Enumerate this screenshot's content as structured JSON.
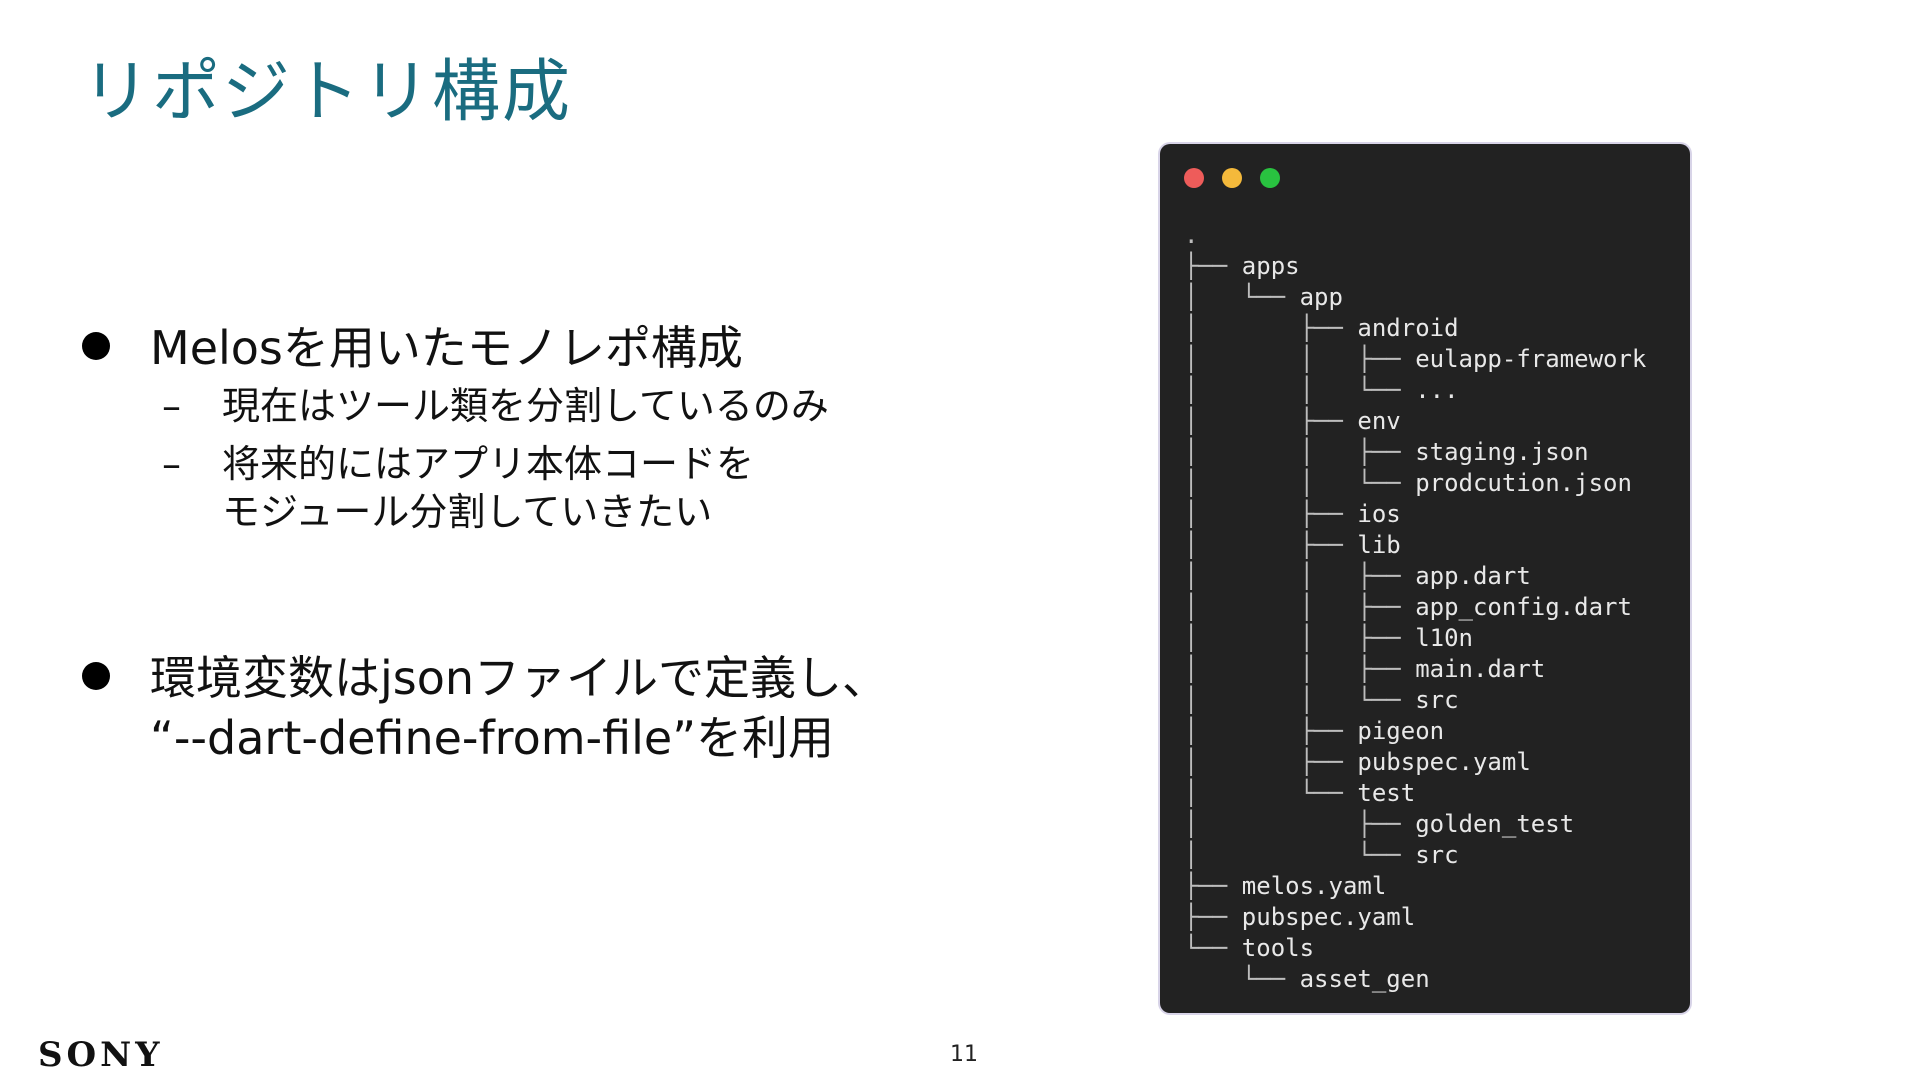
{
  "slide": {
    "title": "リポジトリ構成",
    "page_number": "11",
    "logo": "SONY"
  },
  "bullets": [
    {
      "lines": [
        "Melosを用いたモノレポ構成"
      ],
      "subs": [
        {
          "dash": "–",
          "lines": [
            "現在はツール類を分割しているのみ"
          ]
        },
        {
          "dash": "–",
          "lines": [
            "将来的にはアプリ本体コードを",
            "モジュール分割していきたい"
          ]
        }
      ]
    },
    {
      "lines": [
        "環境変数はjsonファイルで定義し、",
        "“--dart-define-from-file”を利用"
      ]
    }
  ],
  "terminal": {
    "lights": [
      "#ee5c5a",
      "#f4b93b",
      "#29c240"
    ],
    "tree": [
      {
        "guide": ".",
        "name": ""
      },
      {
        "guide": "├── ",
        "name": "apps"
      },
      {
        "guide": "│   └── ",
        "name": "app"
      },
      {
        "guide": "│       ├── ",
        "name": "android"
      },
      {
        "guide": "│       │   ├── ",
        "name": "eulapp-framework"
      },
      {
        "guide": "│       │   └── ",
        "name": "..."
      },
      {
        "guide": "│       ├── ",
        "name": "env"
      },
      {
        "guide": "│       │   ├── ",
        "name": "staging.json"
      },
      {
        "guide": "│       │   └── ",
        "name": "prodcution.json"
      },
      {
        "guide": "│       ├── ",
        "name": "ios"
      },
      {
        "guide": "│       ├── ",
        "name": "lib"
      },
      {
        "guide": "│       │   ├── ",
        "name": "app.dart"
      },
      {
        "guide": "│       │   ├── ",
        "name": "app_config.dart"
      },
      {
        "guide": "│       │   ├── ",
        "name": "l10n"
      },
      {
        "guide": "│       │   ├── ",
        "name": "main.dart"
      },
      {
        "guide": "│       │   └── ",
        "name": "src"
      },
      {
        "guide": "│       ├── ",
        "name": "pigeon"
      },
      {
        "guide": "│       ├── ",
        "name": "pubspec.yaml"
      },
      {
        "guide": "│       └── ",
        "name": "test"
      },
      {
        "guide": "│           ├── ",
        "name": "golden_test"
      },
      {
        "guide": "│           └── ",
        "name": "src"
      },
      {
        "guide": "├── ",
        "name": "melos.yaml"
      },
      {
        "guide": "├── ",
        "name": "pubspec.yaml"
      },
      {
        "guide": "└── ",
        "name": "tools"
      },
      {
        "guide": "    └── ",
        "name": "asset_gen"
      }
    ]
  }
}
